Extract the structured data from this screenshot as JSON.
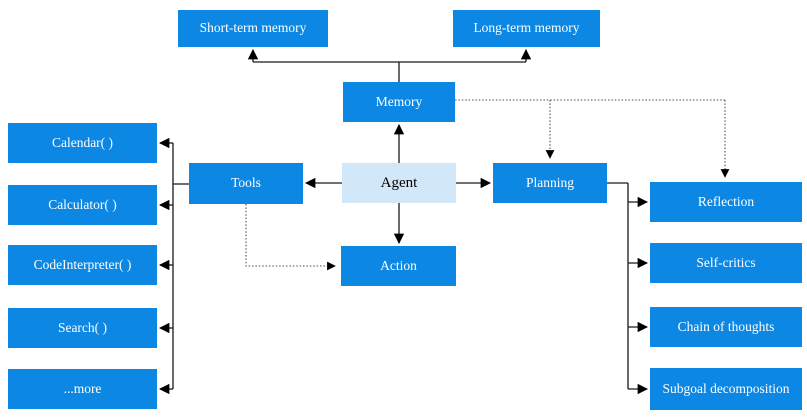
{
  "diagram": {
    "nodes": {
      "short_term_memory": {
        "label": "Short-term memory"
      },
      "long_term_memory": {
        "label": "Long-term memory"
      },
      "memory": {
        "label": "Memory"
      },
      "agent": {
        "label": "Agent"
      },
      "tools": {
        "label": "Tools"
      },
      "planning": {
        "label": "Planning"
      },
      "action": {
        "label": "Action"
      },
      "calendar": {
        "label": "Calendar( )"
      },
      "calculator": {
        "label": "Calculator( )"
      },
      "code_interpreter": {
        "label": "CodeInterpreter( )"
      },
      "search": {
        "label": "Search( )"
      },
      "more": {
        "label": "...more"
      },
      "reflection": {
        "label": "Reflection"
      },
      "self_critics": {
        "label": "Self-critics"
      },
      "chain_of_thoughts": {
        "label": "Chain of thoughts"
      },
      "subgoal_decomposition": {
        "label": "Subgoal decomposition"
      }
    },
    "colors": {
      "node_fill": "#0c87e3",
      "node_text": "#ffffff",
      "agent_fill": "#d2e7f7",
      "agent_text": "#000000",
      "solid_line": "#1a1a1a",
      "dotted_line": "#4d4d4d",
      "background": "#ffffff"
    }
  }
}
